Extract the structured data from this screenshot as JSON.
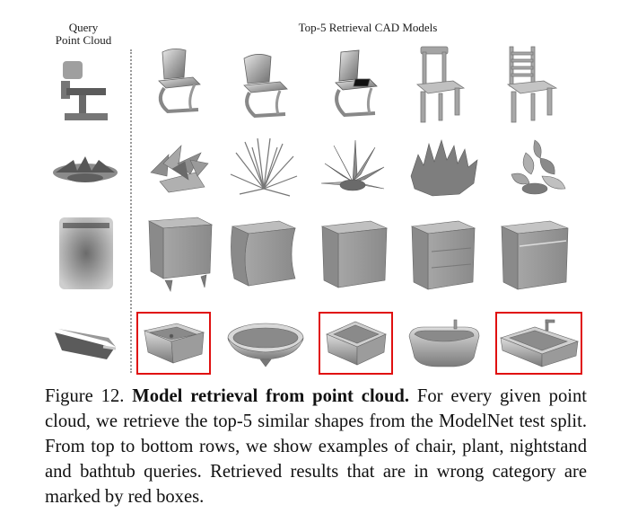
{
  "header": {
    "query_label_line1": "Query",
    "query_label_line2": "Point Cloud",
    "topk_label": "Top-5 Retrieval CAD Models"
  },
  "rows": [
    {
      "category": "chair",
      "query": "chair point cloud",
      "results": [
        "cantilever-chair",
        "cantilever-chair",
        "cantilever-chair",
        "wooden-chair",
        "spindle-chair"
      ],
      "wrong": [
        false,
        false,
        false,
        false,
        false
      ]
    },
    {
      "category": "plant",
      "query": "plant point cloud",
      "results": [
        "plant",
        "grass",
        "plant",
        "bush",
        "plant"
      ],
      "wrong": [
        false,
        false,
        false,
        false,
        false
      ]
    },
    {
      "category": "nightstand",
      "query": "nightstand point cloud",
      "results": [
        "nightstand",
        "nightstand",
        "nightstand",
        "nightstand",
        "nightstand"
      ],
      "wrong": [
        false,
        false,
        false,
        false,
        false
      ]
    },
    {
      "category": "bathtub",
      "query": "bathtub point cloud",
      "results": [
        "sink",
        "bathtub",
        "sink",
        "bathtub",
        "sink"
      ],
      "wrong": [
        true,
        false,
        true,
        false,
        true
      ]
    }
  ],
  "caption": {
    "label": "Figure 12.",
    "title": "Model retrieval from point cloud.",
    "body": "For every given point cloud, we retrieve the top-5 similar shapes from the ModelNet test split. From top to bottom rows, we show examples of chair, plant, nightstand and bathtub queries. Retrieved results that are in wrong category are marked by red boxes."
  },
  "colors": {
    "wrong_box": "#e01010",
    "render_gray": "#9a9a9a"
  }
}
